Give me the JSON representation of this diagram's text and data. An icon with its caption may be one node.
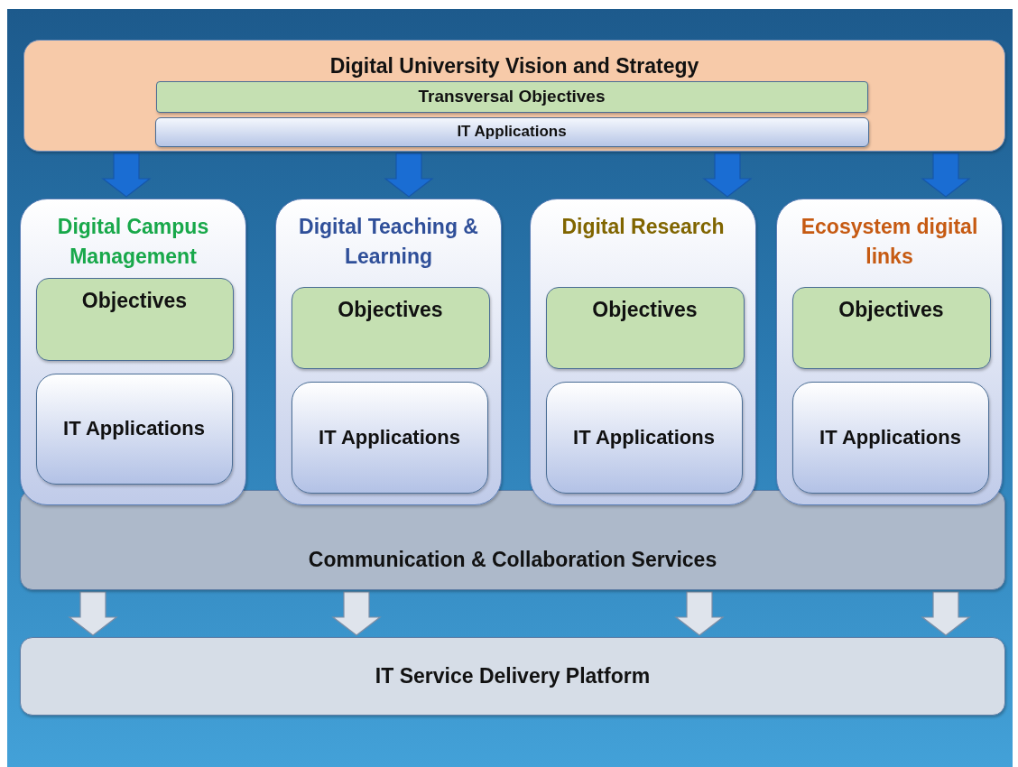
{
  "diagram": {
    "nodes": [
      {
        "text": [
          "Digital University Vision and Strategy"
        ]
      },
      {
        "text": [
          "Transversal Objectives"
        ],
        "in": 0
      },
      {
        "text": [
          "IT Applications"
        ],
        "in": 0
      },
      {
        "text": [
          "Digital Campus Management"
        ]
      },
      {
        "text": [
          "Objectives"
        ],
        "in": 3
      },
      {
        "text": [
          "IT Applications"
        ],
        "in": 3
      },
      {
        "text": [
          "Digital Teaching & Learning"
        ]
      },
      {
        "text": [
          "Objectives"
        ],
        "in": 6
      },
      {
        "text": [
          "IT Applications"
        ],
        "in": 6
      },
      {
        "text": [
          "Digital Research"
        ]
      },
      {
        "text": [
          "Objectives"
        ],
        "in": 9
      },
      {
        "text": [
          "IT Applications"
        ],
        "in": 9
      },
      {
        "text": [
          "Ecosystem digital links"
        ]
      },
      {
        "text": [
          "Objectives"
        ],
        "in": 12
      },
      {
        "text": [
          "IT Applications"
        ],
        "in": 12
      },
      {
        "text": [
          "Communication & Collaboration Services"
        ]
      },
      {
        "text": [
          "IT Service Delivery Platform"
        ]
      }
    ],
    "edges": [
      {
        "from": 0,
        "to": 3,
        "arrow": "to"
      },
      {
        "from": 0,
        "to": 6,
        "arrow": "to"
      },
      {
        "from": 0,
        "to": 9,
        "arrow": "to"
      },
      {
        "from": 0,
        "to": 12,
        "arrow": "to"
      },
      {
        "from": 15,
        "to": 16,
        "arrow": "to",
        "color": "#dfe4ec"
      },
      {
        "from": 15,
        "to": 16,
        "arrow": "to",
        "color": "#dfe4ec"
      },
      {
        "from": 15,
        "to": 16,
        "arrow": "to",
        "color": "#dfe4ec"
      },
      {
        "from": 15,
        "to": 16,
        "arrow": "to",
        "color": "#dfe4ec"
      }
    ]
  }
}
